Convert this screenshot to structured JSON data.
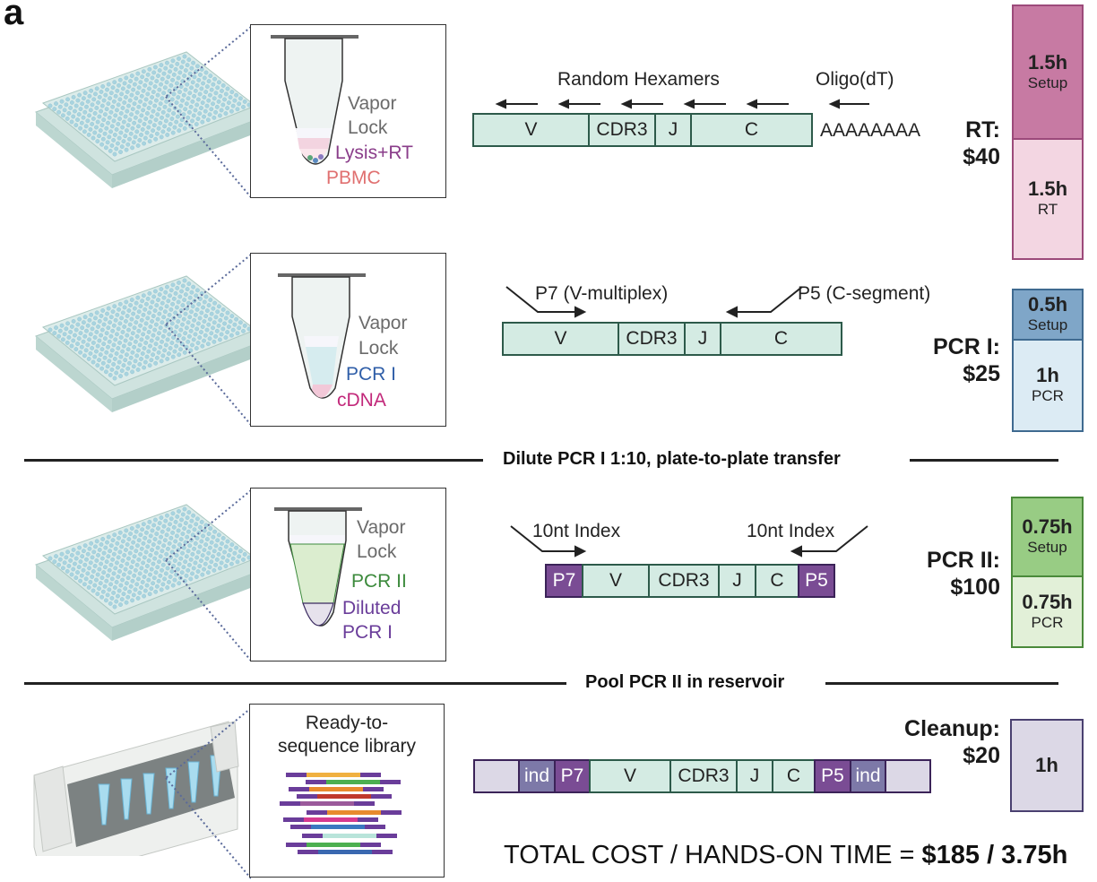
{
  "panel_letter": "a",
  "steps": [
    {
      "id": "rt",
      "tube_labels": [
        {
          "text": "Vapor",
          "color": "#6b6b6b"
        },
        {
          "text": "Lock",
          "color": "#6b6b6b"
        },
        {
          "text": "Lysis+RT",
          "color": "#8a3d8a"
        },
        {
          "text": "PBMC",
          "color": "#e07070"
        }
      ],
      "primer_labels": {
        "left": "Random Hexamers",
        "right": "Oligo(dT)"
      },
      "segments": [
        "V",
        "CDR3",
        "J",
        "C"
      ],
      "tail": "AAAAAAAA",
      "cost_label": "RT:",
      "cost_value": "$40",
      "time_blocks": [
        {
          "hours": "1.5h",
          "label": "Setup",
          "fill": "#c77aa3",
          "border": "#9c4a7a"
        },
        {
          "hours": "1.5h",
          "label": "RT",
          "fill": "#f3d6e2",
          "border": "#9c4a7a"
        }
      ]
    },
    {
      "id": "pcr1",
      "tube_labels": [
        {
          "text": "Vapor",
          "color": "#6b6b6b"
        },
        {
          "text": "Lock",
          "color": "#6b6b6b"
        },
        {
          "text": "PCR I",
          "color": "#2f5ea8"
        },
        {
          "text": "cDNA",
          "color": "#c2287a"
        }
      ],
      "primer_labels": {
        "left": "P7 (V-multiplex)",
        "right": "P5 (C-segment)"
      },
      "segments": [
        "V",
        "CDR3",
        "J",
        "C"
      ],
      "cost_label": "PCR I:",
      "cost_value": "$25",
      "time_blocks": [
        {
          "hours": "0.5h",
          "label": "Setup",
          "fill": "#7fa6c8",
          "border": "#3f6a90"
        },
        {
          "hours": "1h",
          "label": "PCR",
          "fill": "#dcebf4",
          "border": "#3f6a90"
        }
      ]
    },
    {
      "id": "pcr2",
      "tube_labels": [
        {
          "text": "Vapor",
          "color": "#6b6b6b"
        },
        {
          "text": "Lock",
          "color": "#6b6b6b"
        },
        {
          "text": "PCR II",
          "color": "#3c8a3c"
        },
        {
          "text": "Diluted",
          "color": "#6a3d9a"
        },
        {
          "text": "PCR I",
          "color": "#6a3d9a"
        }
      ],
      "primer_labels": {
        "left": "10nt Index",
        "right": "10nt Index"
      },
      "segments": [
        "P7",
        "V",
        "CDR3",
        "J",
        "C",
        "P5"
      ],
      "cost_label": "PCR II:",
      "cost_value": "$100",
      "time_blocks": [
        {
          "hours": "0.75h",
          "label": "Setup",
          "fill": "#98cc84",
          "border": "#4a8a3a"
        },
        {
          "hours": "0.75h",
          "label": "PCR",
          "fill": "#e2f0d8",
          "border": "#4a8a3a"
        }
      ]
    },
    {
      "id": "cleanup",
      "library_title_line1": "Ready-to-",
      "library_title_line2": "sequence library",
      "segments": [
        "",
        "ind",
        "P7",
        "V",
        "CDR3",
        "J",
        "C",
        "P5",
        "ind",
        ""
      ],
      "cost_label": "Cleanup:",
      "cost_value": "$20",
      "time_blocks": [
        {
          "hours": "1h",
          "label": "",
          "fill": "#dcd8e6",
          "border": "#4a4070"
        }
      ]
    }
  ],
  "dividers": {
    "dilute": "Dilute PCR I 1:10, plate-to-plate transfer",
    "pool": "Pool PCR II in reservoir"
  },
  "total": {
    "label": "TOTAL COST / HANDS-ON TIME = ",
    "value": "$185 / 3.75h"
  },
  "library_reads": [
    {
      "color": "#f0b040"
    },
    {
      "color": "#4caf50"
    },
    {
      "color": "#e88a2e"
    },
    {
      "color": "#c0392b"
    },
    {
      "color": "#9b5a9b"
    },
    {
      "color": "#e88a2e"
    },
    {
      "color": "#d63a8f"
    },
    {
      "color": "#3a78c0"
    },
    {
      "color": "#b8e4da"
    },
    {
      "color": "#4caf50"
    },
    {
      "color": "#3a68b0"
    }
  ]
}
